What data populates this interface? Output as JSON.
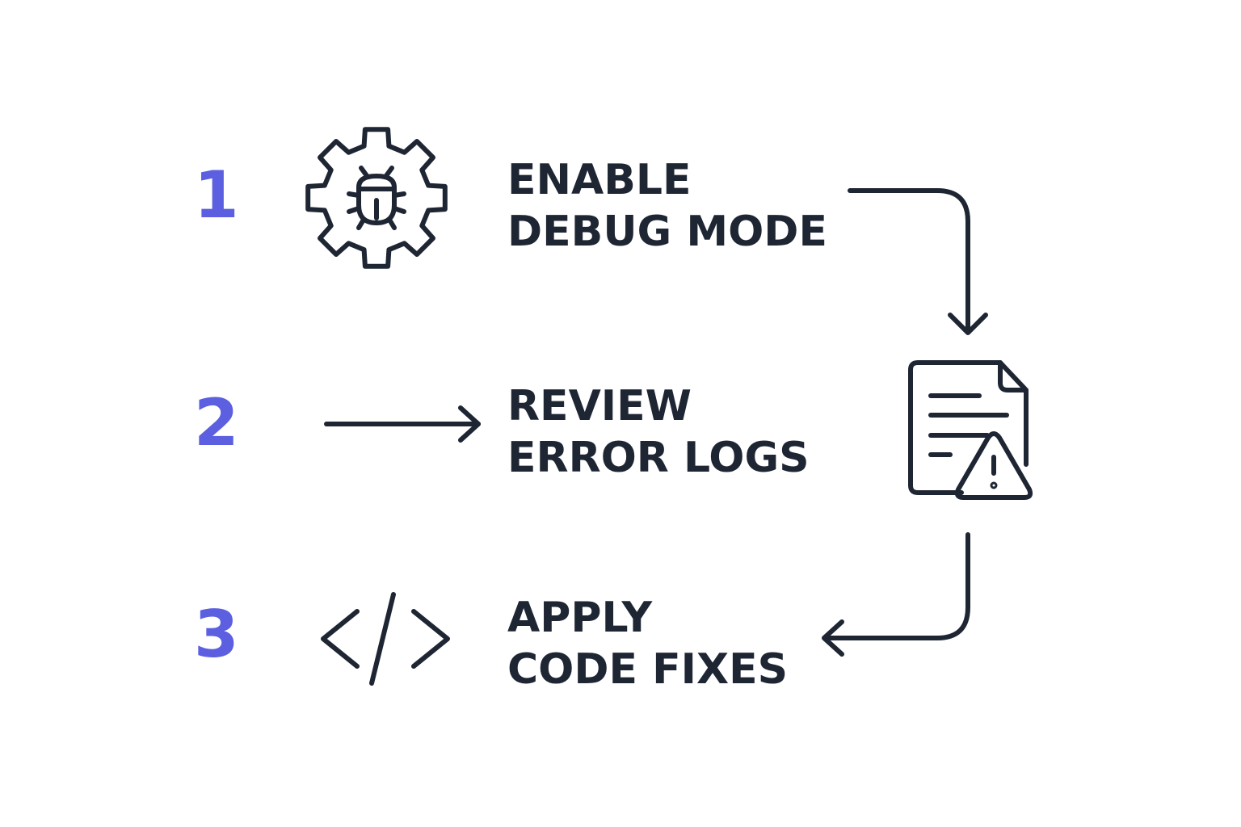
{
  "colors": {
    "accent": "#5b5fe0",
    "ink": "#1f2633",
    "background": "#ffffff"
  },
  "steps": [
    {
      "number": "1",
      "line1": "ENABLE",
      "line2": "DEBUG MODE",
      "icon": "gear-bug-icon"
    },
    {
      "number": "2",
      "line1": "REVIEW",
      "line2": "ERROR LOGS",
      "icon": "arrow-right-icon"
    },
    {
      "number": "3",
      "line1": "APPLY",
      "line2": "CODE FIXES",
      "icon": "code-brackets-icon"
    }
  ],
  "side_icon": "document-warning-icon"
}
